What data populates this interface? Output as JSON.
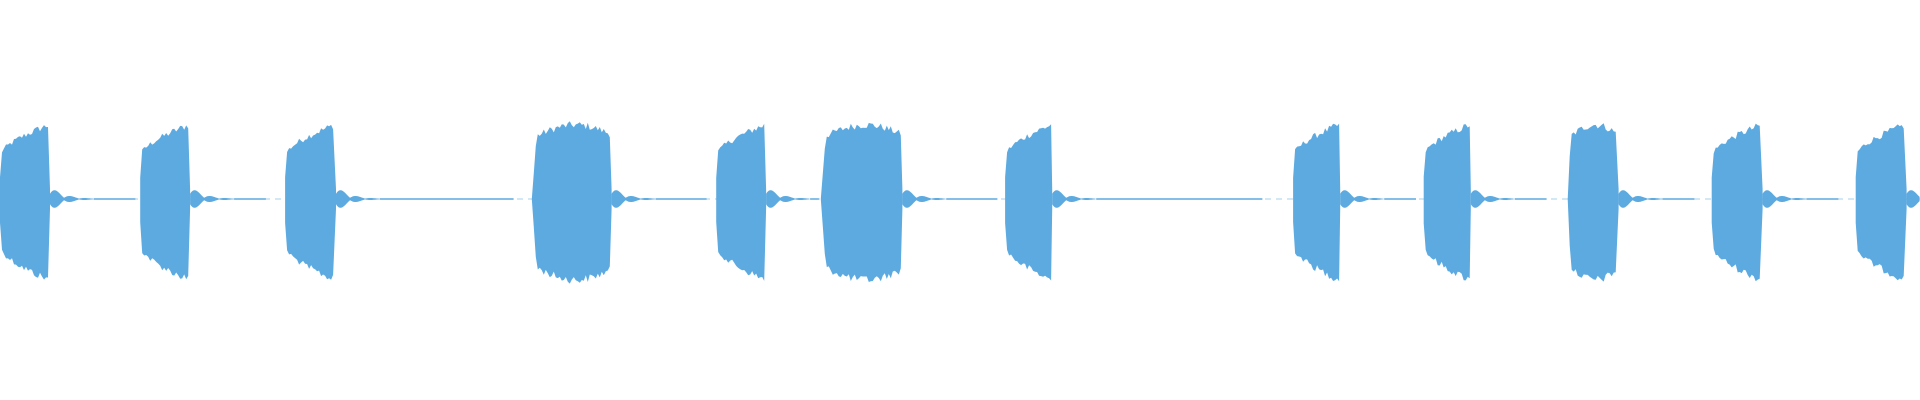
{
  "waveform": {
    "color": "#5DAAE0",
    "background": "#FFFFFF",
    "bursts": [
      {
        "start": 0.0,
        "end": 0.0255,
        "kind": "grow",
        "tail": 0.045
      },
      {
        "start": 0.073,
        "end": 0.0985,
        "kind": "grow",
        "tail": 0.04
      },
      {
        "start": 0.1485,
        "end": 0.1745,
        "kind": "grow",
        "tail": 0.093
      },
      {
        "start": 0.277,
        "end": 0.318,
        "kind": "dome",
        "tail": 0.05
      },
      {
        "start": 0.373,
        "end": 0.3985,
        "kind": "grow",
        "tail": 0.028
      },
      {
        "start": 0.4275,
        "end": 0.4695,
        "kind": "dome",
        "tail": 0.05
      },
      {
        "start": 0.5235,
        "end": 0.5475,
        "kind": "grow",
        "tail": 0.11
      },
      {
        "start": 0.6735,
        "end": 0.6975,
        "kind": "grow",
        "tail": 0.04
      },
      {
        "start": 0.7415,
        "end": 0.7655,
        "kind": "grow",
        "tail": 0.04
      },
      {
        "start": 0.8165,
        "end": 0.8425,
        "kind": "dome2",
        "tail": 0.04
      },
      {
        "start": 0.8915,
        "end": 0.9175,
        "kind": "grow",
        "tail": 0.04
      },
      {
        "start": 0.9665,
        "end": 0.9925,
        "kind": "grow",
        "tail": 0.0075
      }
    ],
    "gaps_dotted": [
      {
        "start": 0.184,
        "end": 0.277
      },
      {
        "start": 0.5595,
        "end": 0.6585
      }
    ]
  }
}
